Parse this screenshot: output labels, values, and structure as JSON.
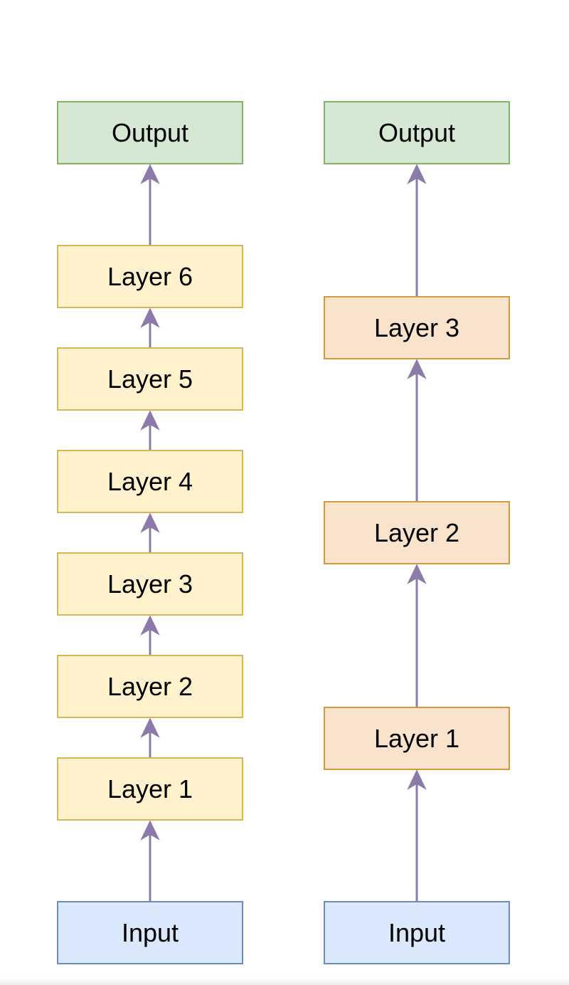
{
  "colors": {
    "arrow": "#8c7aa9",
    "output_fill": "#d5e8d4",
    "output_stroke": "#82b366",
    "deep_layer_fill": "#fff2cc",
    "deep_layer_stroke": "#d6b656",
    "shallow_layer_fill": "#fae3cc",
    "shallow_layer_stroke": "#d39a3a",
    "input_fill": "#dae8fc",
    "input_stroke": "#6c8ebf"
  },
  "left_stack": {
    "output": "Output",
    "layers": [
      "Layer 6",
      "Layer 5",
      "Layer 4",
      "Layer 3",
      "Layer 2",
      "Layer 1"
    ],
    "input": "Input"
  },
  "right_stack": {
    "output": "Output",
    "layers": [
      "Layer 3",
      "Layer 2",
      "Layer 1"
    ],
    "input": "Input"
  }
}
